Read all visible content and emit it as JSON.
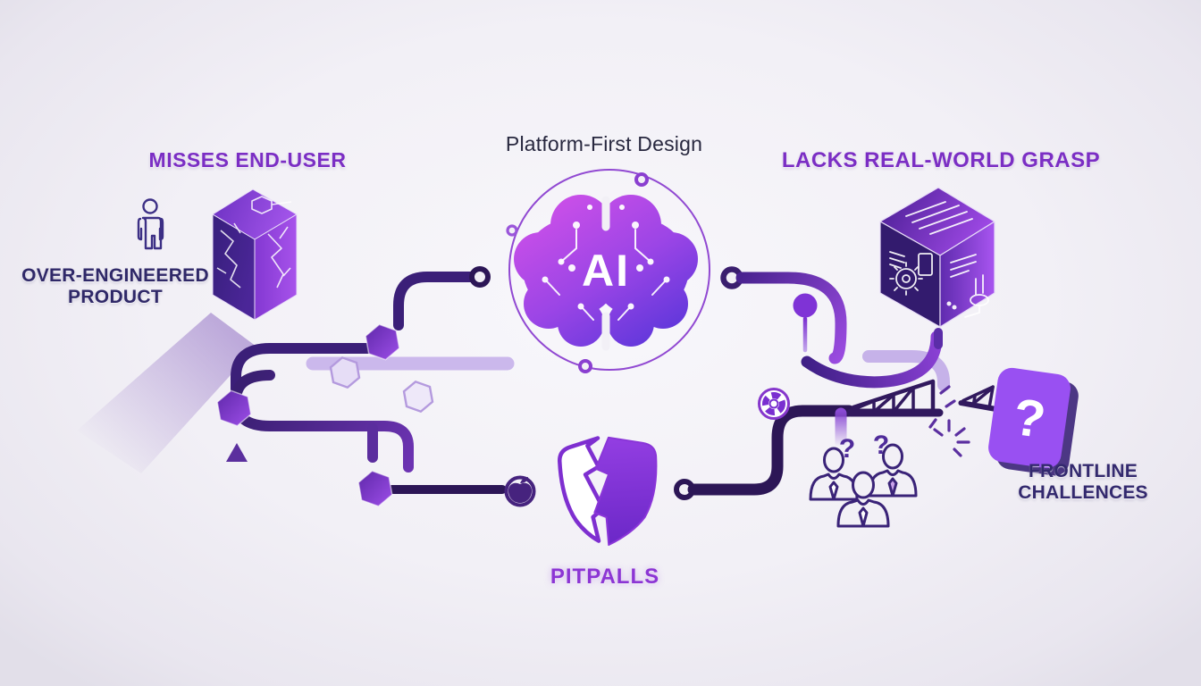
{
  "labels": {
    "center_title": "Platform-First Design",
    "ai_badge": "AI",
    "misses_end_user": "MISSES END-USER",
    "over_engineered_line1": "OVER-ENGINEERED",
    "over_engineered_line2": "PRODUCT",
    "lacks_real_world": "LACKS REAL-WORLD GRASP",
    "pitfalls": "PITPALLS",
    "frontline_line1": "FRONTLINE",
    "frontline_line2": "CHALLENCES",
    "tile_question": "?",
    "team_question_left": "?",
    "team_question_right": "?"
  },
  "icons": {
    "center": "ai-brain-circuit-icon",
    "top_left_cube": "cracked-cube-icon",
    "end_user": "person-outline-icon",
    "top_right_cube": "spec-document-cube-icon",
    "bottom_center": "broken-shield-icon",
    "bridge": "broken-bridge-icon",
    "team": "confused-team-icon",
    "tile": "question-tile-icon",
    "apple_node": "apple-badge-icon",
    "wheel_node": "wheel-node-icon"
  },
  "colors": {
    "background": "#f2f0f6",
    "heading_purple": "#7b2ec4",
    "subheading_indigo": "#2f2868",
    "title_navy": "#28283f",
    "pitfalls_purple": "#8c35d4",
    "frontline_indigo": "#33296e",
    "circuit_dark": "#2c1656",
    "circuit_medium": "#5b2d9e",
    "circuit_bright": "#9a4be0",
    "circuit_light": "#c6b2e9",
    "brain_gradient_top": "#c94fe8",
    "brain_gradient_bottom": "#5c36da",
    "tile_gradient_light": "#9950f2",
    "tile_gradient_dark": "#4f27b2"
  }
}
